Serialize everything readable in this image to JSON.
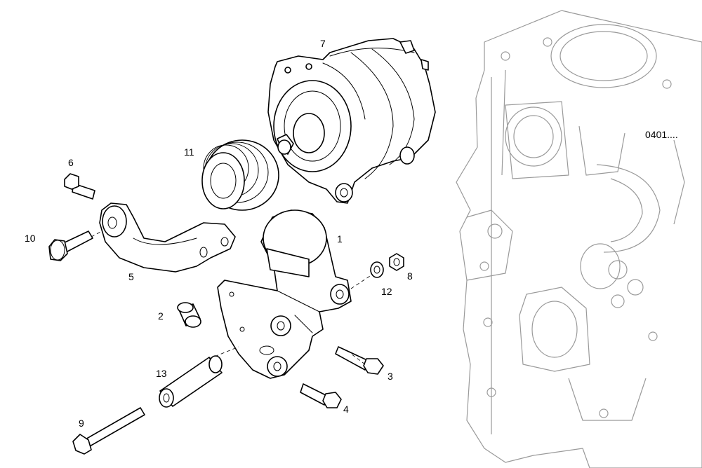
{
  "diagram": {
    "reference": "0401....",
    "callouts": [
      "1",
      "2",
      "3",
      "4",
      "5",
      "6",
      "7",
      "8",
      "9",
      "10",
      "11",
      "12",
      "13"
    ]
  }
}
